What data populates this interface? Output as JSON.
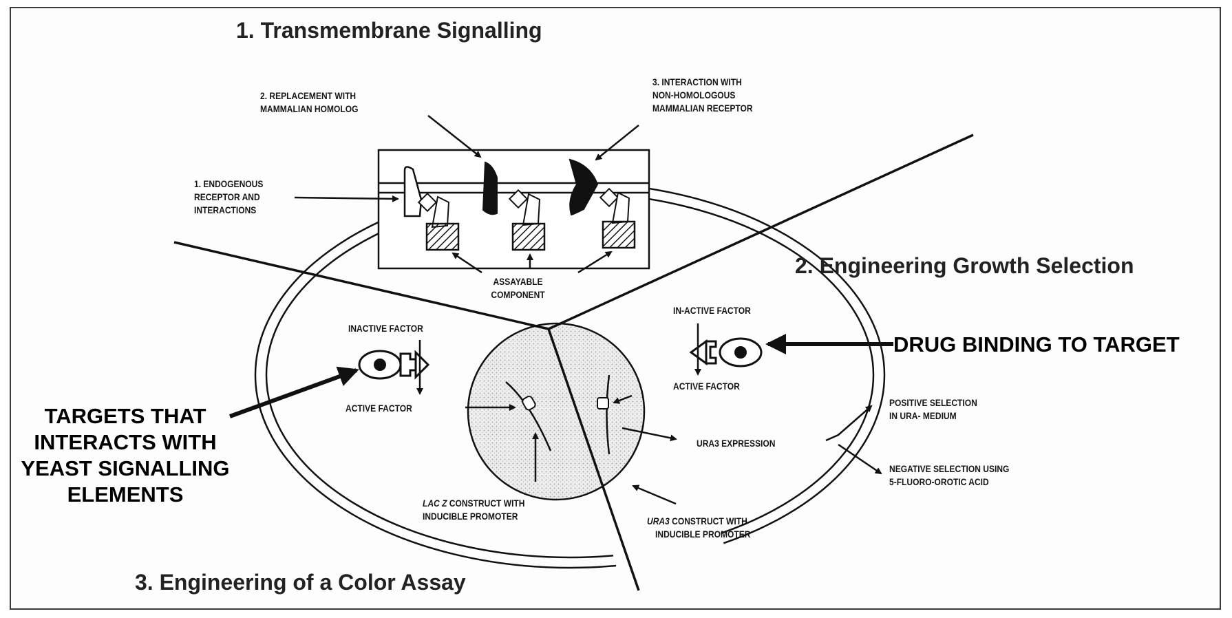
{
  "headings": {
    "transmembrane": "1. Transmembrane Signalling",
    "growth": "2. Engineering Growth Selection",
    "color_assay": "3. Engineering of a Color Assay"
  },
  "callouts": {
    "drug_binding": "DRUG BINDING TO TARGET",
    "targets": [
      "TARGETS THAT",
      "INTERACTS WITH",
      "YEAST SIGNALLING",
      "ELEMENTS"
    ]
  },
  "receptor_panel": {
    "endogenous": [
      "1. ENDOGENOUS",
      "RECEPTOR AND",
      "INTERACTIONS"
    ],
    "replacement": [
      "2. REPLACEMENT WITH",
      "MAMMALIAN HOMOLOG"
    ],
    "interaction": [
      "3. INTERACTION WITH",
      "NON-HOMOLOGOUS",
      "MAMMALIAN RECEPTOR"
    ],
    "assayable": [
      "ASSAYABLE",
      "COMPONENT"
    ]
  },
  "factors": {
    "inactive_left": "INACTIVE FACTOR",
    "active_left": "ACTIVE FACTOR",
    "inactive_right": "IN-ACTIVE FACTOR",
    "active_right": "ACTIVE FACTOR"
  },
  "selection": {
    "ura3_expression": "URA3 EXPRESSION",
    "positive": [
      "POSITIVE SELECTION",
      "IN URA-  MEDIUM"
    ],
    "negative": [
      "NEGATIVE SELECTION USING",
      "5-FLUORO-OROTIC ACID"
    ]
  },
  "constructs": {
    "lacz_italic": "LAC Z",
    "lacz_rest": " CONSTRUCT WITH",
    "lacz_line2": "INDUCIBLE PROMOTER",
    "ura3_italic": "URA3",
    "ura3_rest": "  CONSTRUCT WITH",
    "ura3_line2": "INDUCIBLE PROMOTER"
  },
  "colors": {
    "ink": "#111111",
    "frame": "#3a3a3a",
    "nucleus_shade": "#dcdcdc"
  }
}
